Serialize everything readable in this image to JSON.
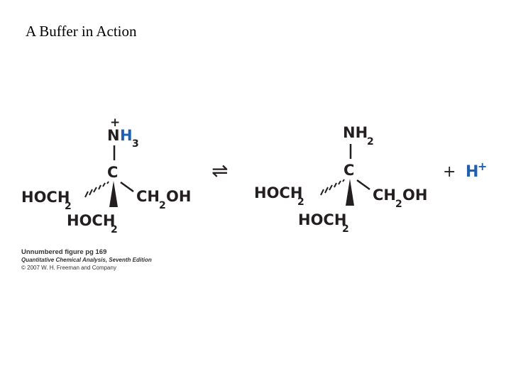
{
  "slide": {
    "title": "A Buffer in Action"
  },
  "left_molecule": {
    "charge": "+",
    "top_N": "N",
    "top_H": "H",
    "top_sub": "3",
    "center": "C",
    "left_group": "HOCH",
    "left_sub": "2",
    "right_group_a": "CH",
    "right_sub": "2",
    "right_group_b": "OH",
    "bottom_group": "HOCH",
    "bottom_sub": "2"
  },
  "equilibrium_arrow": "⇌",
  "right_molecule": {
    "top_group": "NH",
    "top_sub": "2",
    "center": "C",
    "left_group": "HOCH",
    "left_sub": "2",
    "right_group_a": "CH",
    "right_sub": "2",
    "right_group_b": "OH",
    "bottom_group": "HOCH",
    "bottom_sub": "2"
  },
  "product_proton": {
    "plus": "+",
    "H": "H",
    "charge": "+"
  },
  "credit": {
    "line1": "Unnumbered figure pg 169",
    "line2": "Quantitative Chemical Analysis, Seventh Edition",
    "line3": "© 2007 W. H. Freeman and Company"
  },
  "colors": {
    "text": "#231f20",
    "proton": "#1f5fb4"
  }
}
